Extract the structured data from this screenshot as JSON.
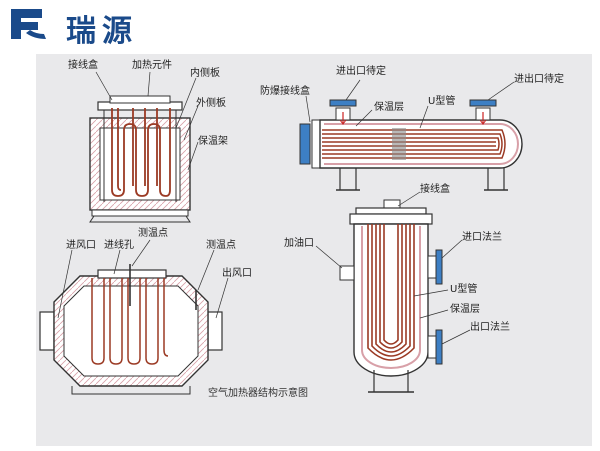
{
  "brand": {
    "name": "瑞源",
    "logo_icon": "ry-logo-icon"
  },
  "colors": {
    "brand": "#1a4a8a",
    "tube": "#9b3a24",
    "flange": "#3d7fc4",
    "line": "#333333",
    "panel": "#e9e9eb"
  },
  "diagram1": {
    "labels": {
      "junction_box": "接线盒",
      "heating_element": "加热元件",
      "inner_plate": "内侧板",
      "outer_plate": "外侧板",
      "insulation_frame": "保温架"
    }
  },
  "diagram2": {
    "labels": {
      "explosion_box": "防爆接线盒",
      "port_left": "进出口待定",
      "port_right": "进出口待定",
      "insulation": "保温层",
      "u_tube": "U型管"
    }
  },
  "diagram3": {
    "labels": {
      "air_inlet": "进风口",
      "wire_hole": "进线孔",
      "temp_point_1": "测温点",
      "temp_point_2": "测温点",
      "air_outlet": "出风口"
    },
    "caption": "空气加热器结构示意图"
  },
  "diagram4": {
    "labels": {
      "junction_box": "接线盒",
      "oil_inlet": "加油口",
      "inlet_flange": "进口法兰",
      "u_tube": "U型管",
      "insulation": "保温层",
      "outlet_flange": "出口法兰"
    }
  }
}
